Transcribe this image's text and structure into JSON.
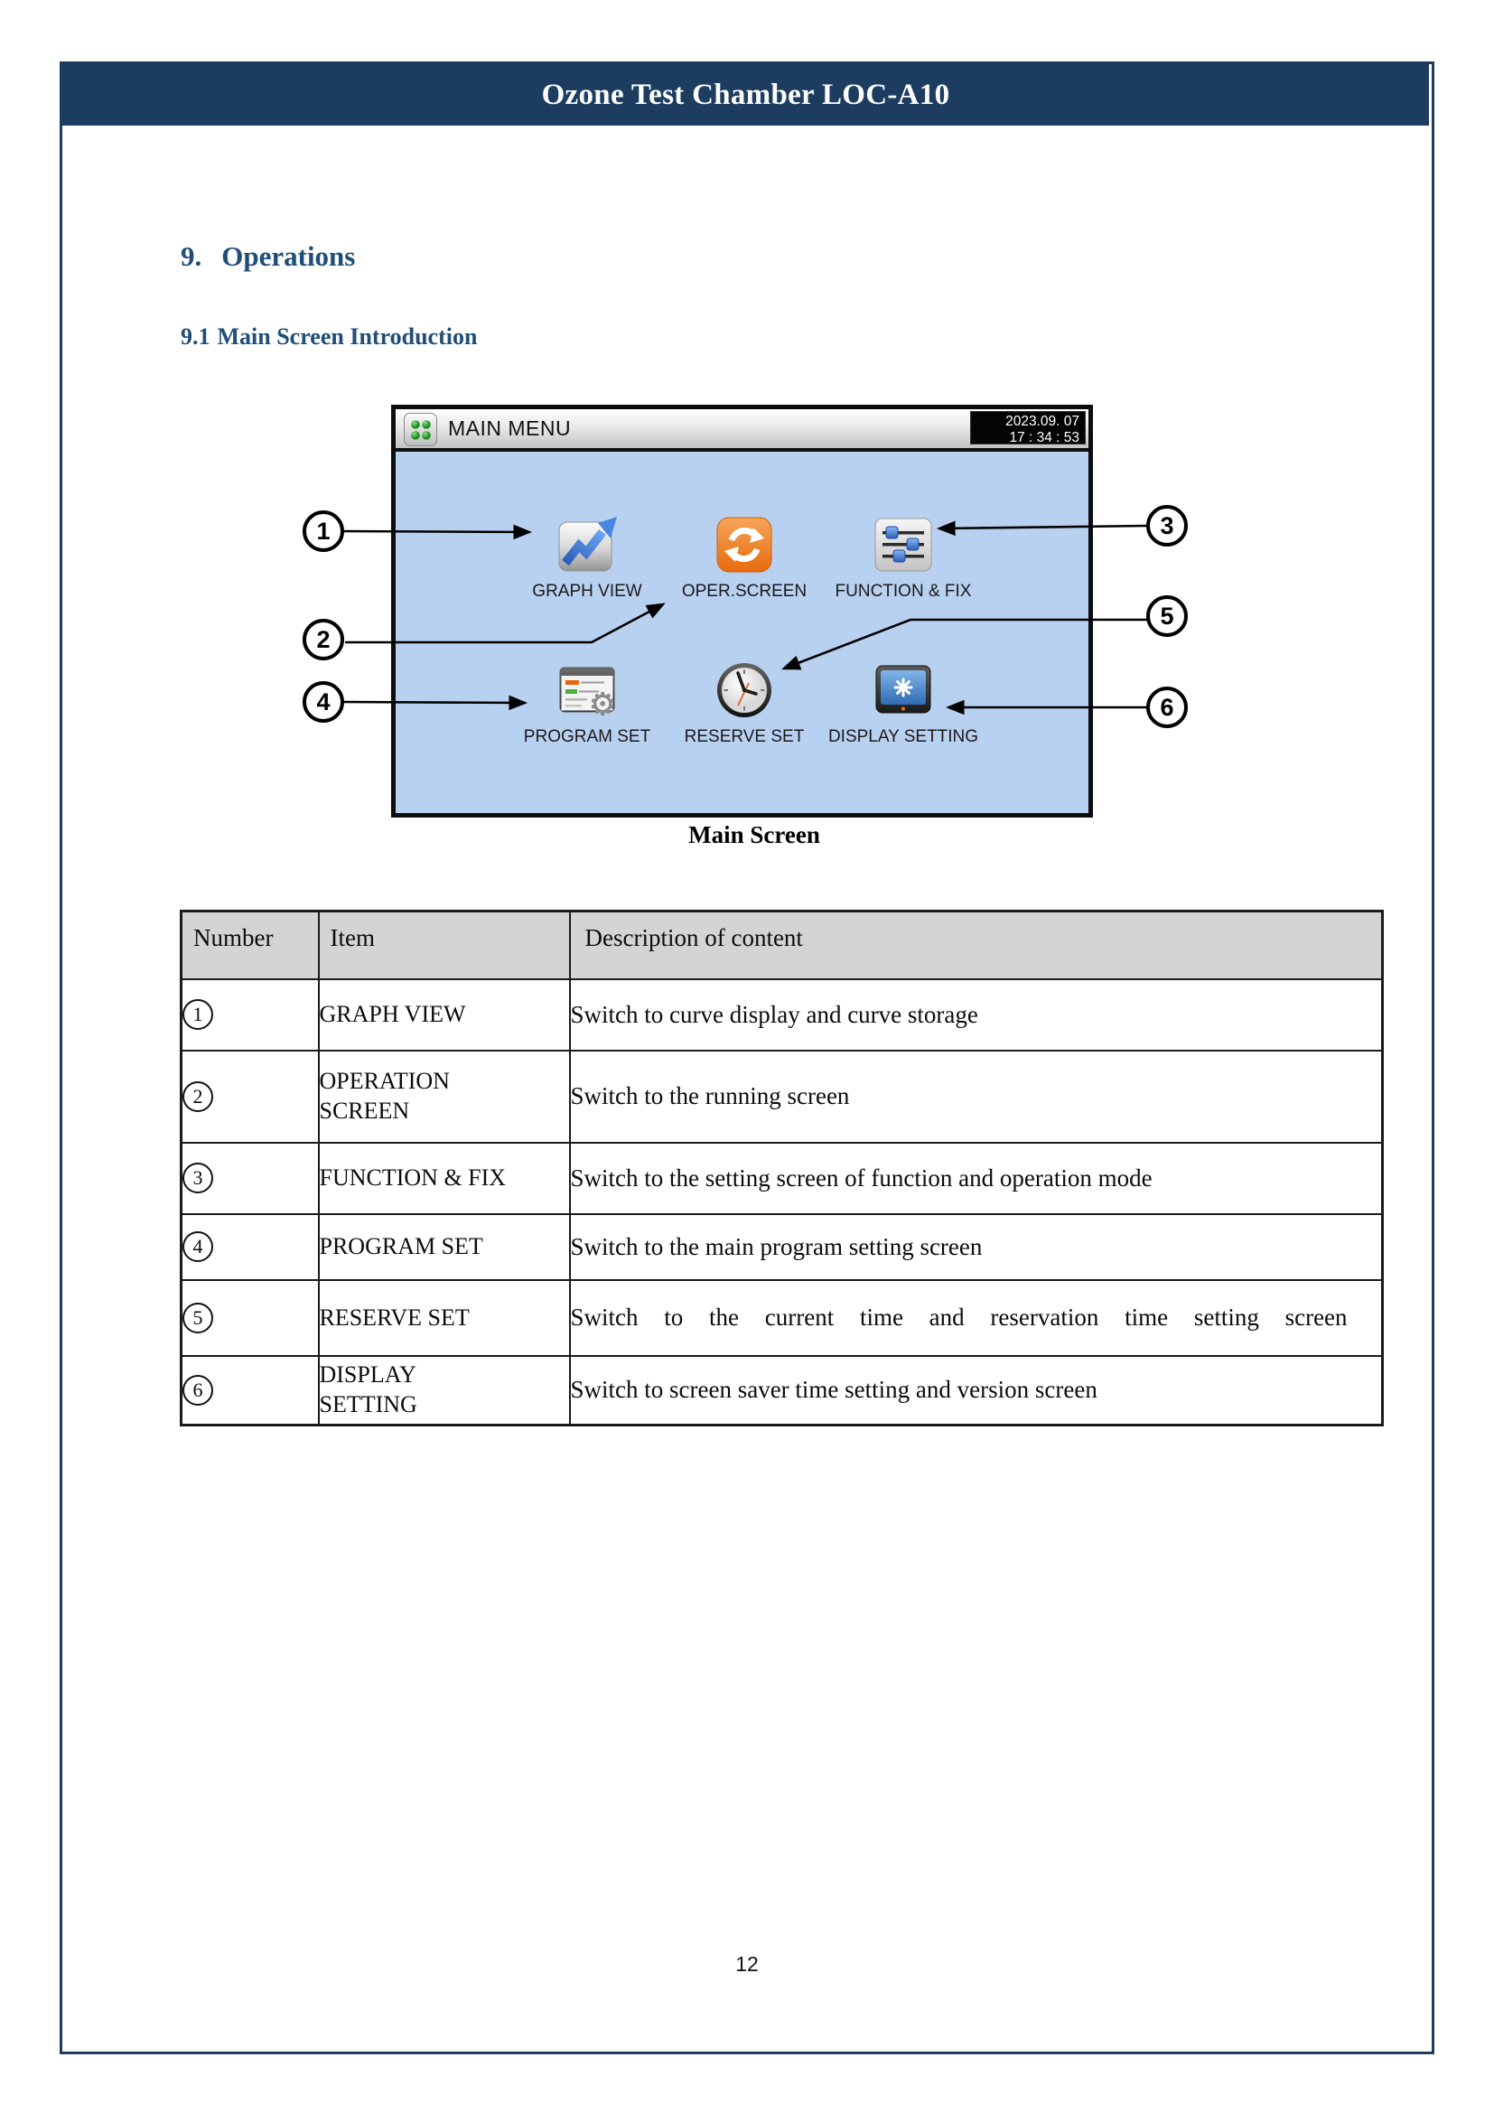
{
  "page": {
    "banner_title": "Ozone Test Chamber LOC-A10",
    "section_number": "9.",
    "section_title": "Operations",
    "subsection_number": "9.1",
    "subsection_title": "Main Screen Introduction",
    "figure_caption": "Main Screen",
    "page_number": "12"
  },
  "device_screen": {
    "titlebar": {
      "title": "MAIN MENU",
      "date": "2023.09. 07",
      "time": "17 : 34 : 53"
    },
    "menu_items": [
      {
        "label": "GRAPH VIEW",
        "icon": "graph-view-icon"
      },
      {
        "label": "OPER.SCREEN",
        "icon": "oper-screen-icon"
      },
      {
        "label": "FUNCTION & FIX",
        "icon": "function-fix-icon"
      },
      {
        "label": "PROGRAM SET",
        "icon": "program-set-icon"
      },
      {
        "label": "RESERVE SET",
        "icon": "reserve-set-icon"
      },
      {
        "label": "DISPLAY SETTING",
        "icon": "display-setting-icon"
      }
    ],
    "callouts": [
      "1",
      "2",
      "3",
      "4",
      "5",
      "6"
    ]
  },
  "table": {
    "headers": [
      "Number",
      "Item",
      "Description of content"
    ],
    "rows": [
      {
        "number": "1",
        "item": "GRAPH VIEW",
        "description": "Switch to curve display and curve storage"
      },
      {
        "number": "2",
        "item": "OPERATION SCREEN",
        "description": "Switch to the running screen"
      },
      {
        "number": "3",
        "item": "FUNCTION & FIX",
        "description": "Switch to the setting screen of function and operation mode"
      },
      {
        "number": "4",
        "item": "PROGRAM SET",
        "description": "Switch to the main program setting screen"
      },
      {
        "number": "5",
        "item": "RESERVE SET",
        "description": "Switch to the current time and reservation time setting screen"
      },
      {
        "number": "6",
        "item": "DISPLAY SETTING",
        "description": "Switch to screen saver time setting and version screen"
      }
    ]
  },
  "colors": {
    "banner_navy": "#1c3c60",
    "heading_blue": "#1f4e79",
    "screen_blue": "#b8d1f0",
    "table_header_gray": "#d4d4d4",
    "accent_orange": "#ee7b28"
  }
}
